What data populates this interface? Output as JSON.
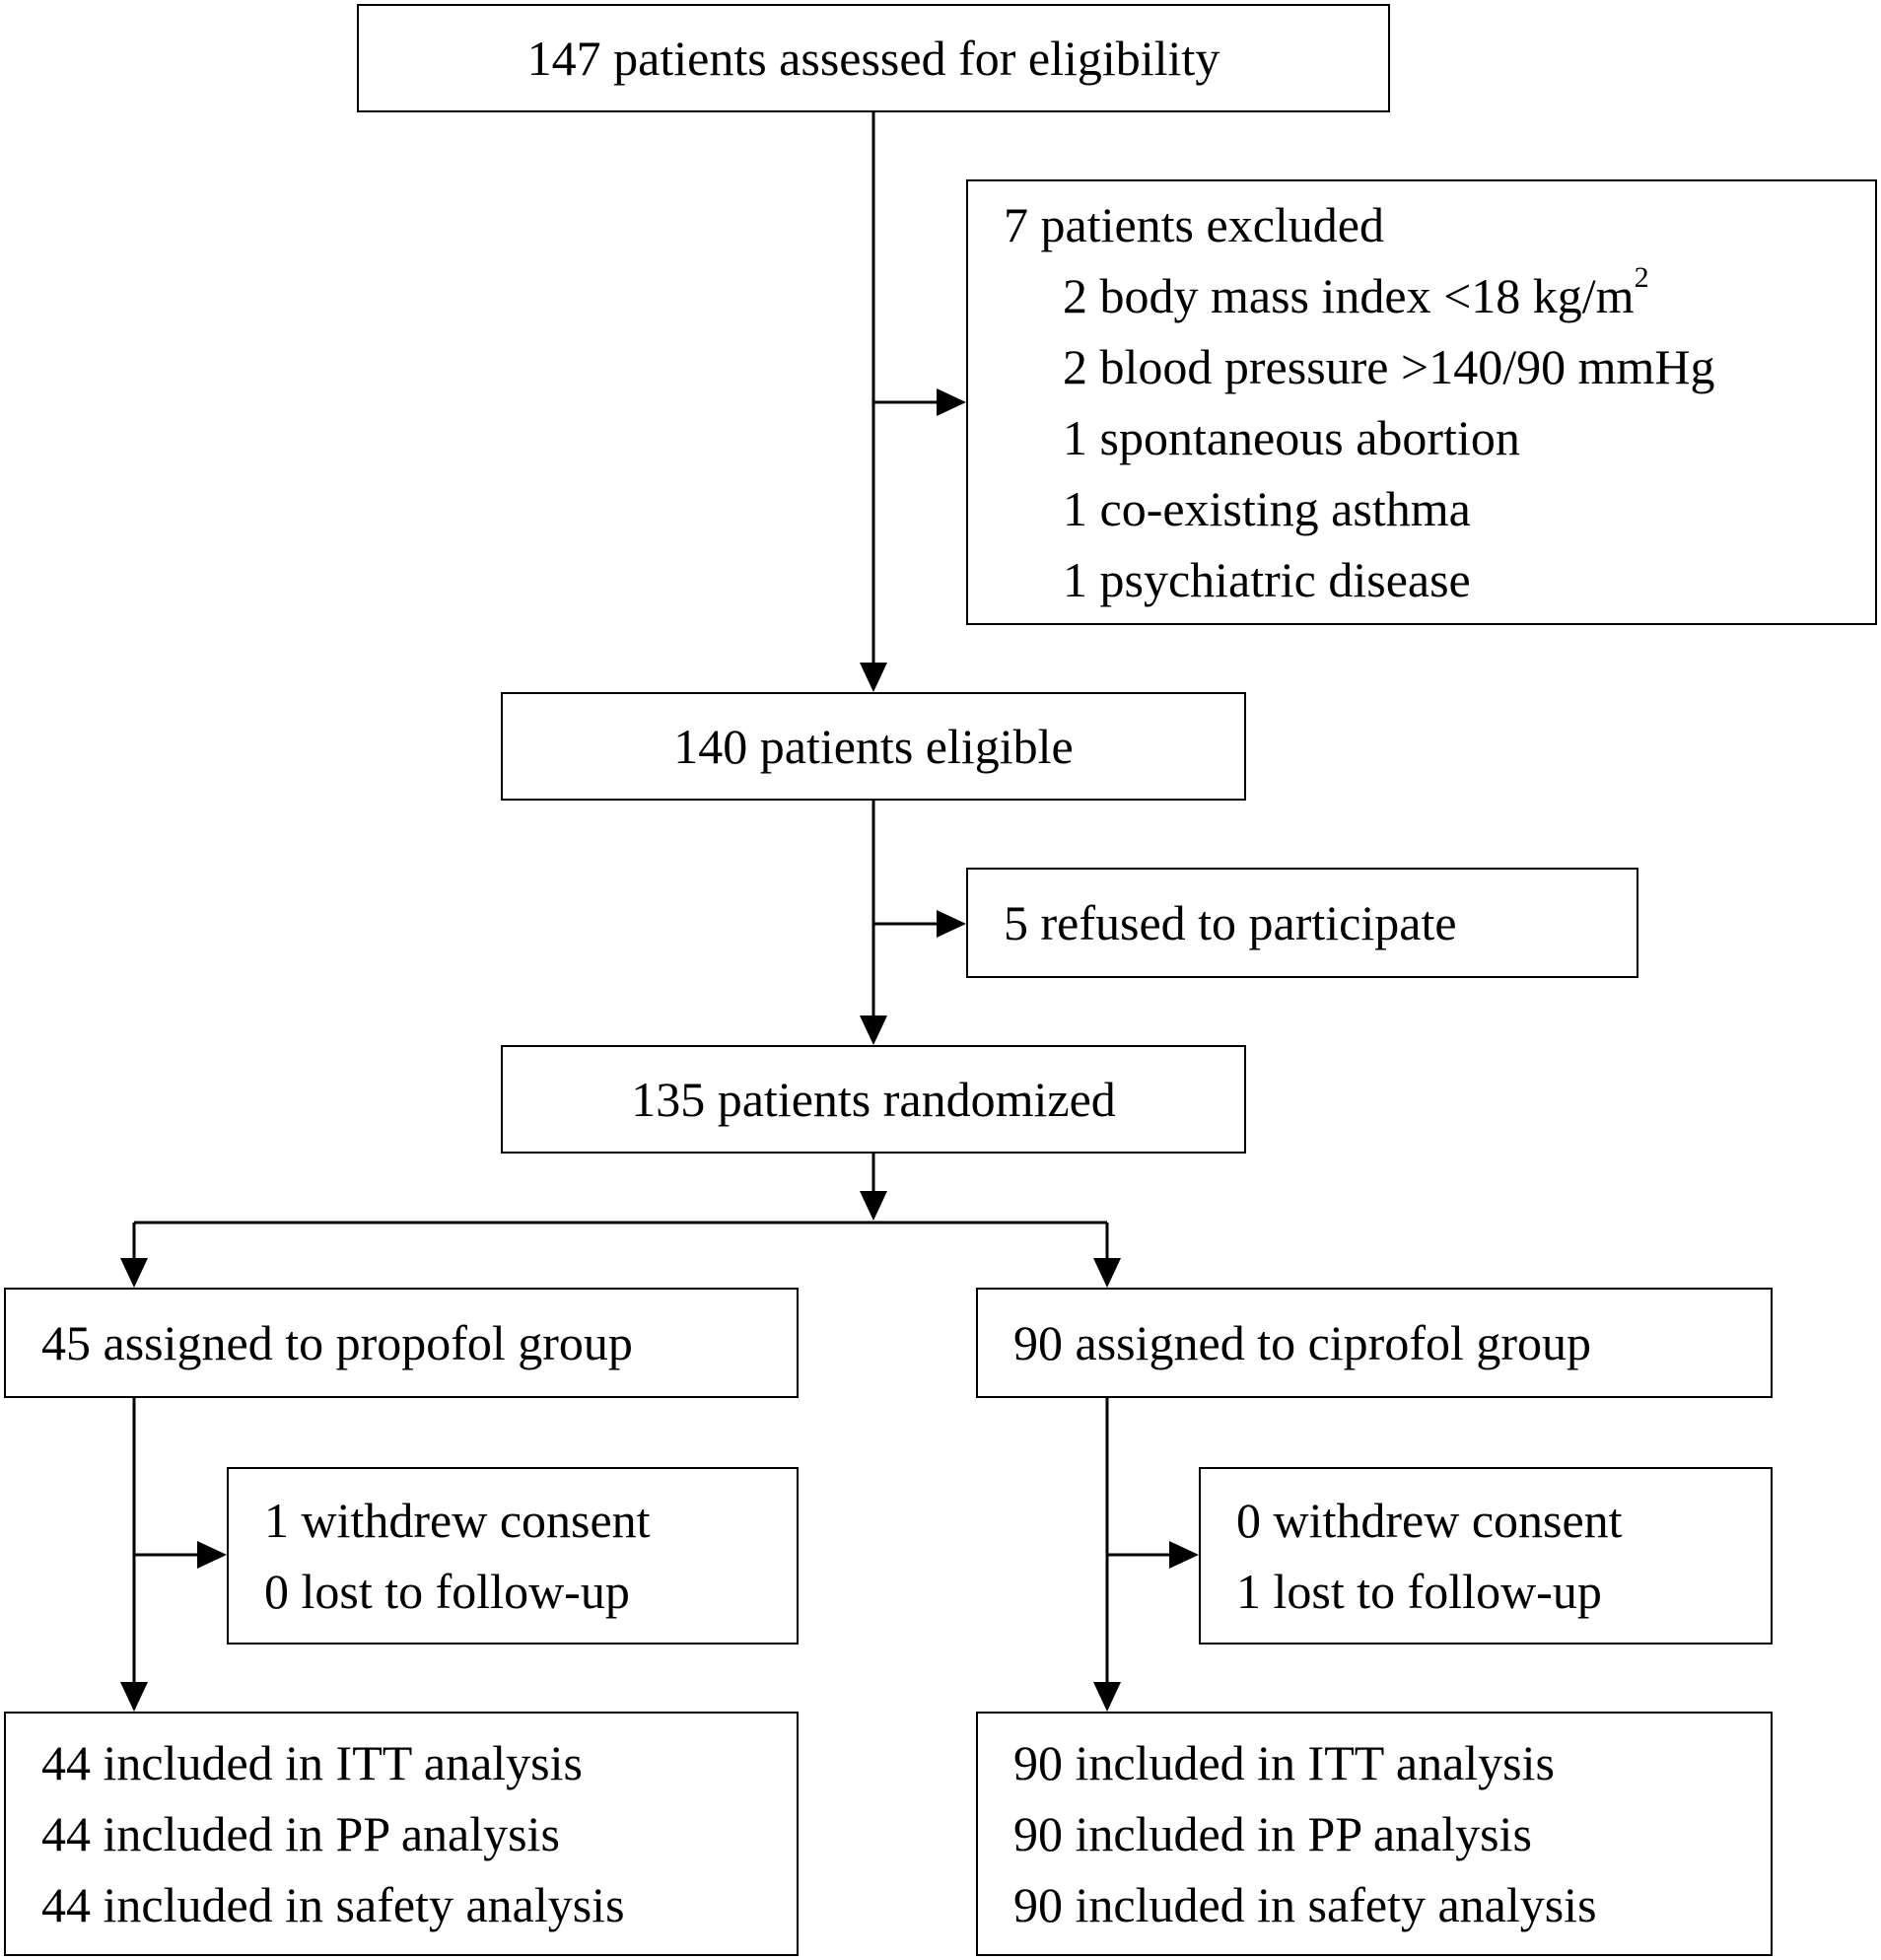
{
  "nodes": {
    "assessed": {
      "text": "147 patients assessed for eligibility"
    },
    "excluded": {
      "title": "7 patients excluded",
      "items": [
        {
          "text": "2 body mass index <18 kg/m",
          "sup": "2"
        },
        {
          "text": "2 blood pressure >140/90 mmHg"
        },
        {
          "text": "1 spontaneous abortion"
        },
        {
          "text": "1 co-existing asthma"
        },
        {
          "text": "1 psychiatric disease"
        }
      ]
    },
    "eligible": {
      "text": "140 patients eligible"
    },
    "refused": {
      "text": "5 refused to participate"
    },
    "randomized": {
      "text": "135 patients randomized"
    },
    "propofol": {
      "text": "45 assigned to propofol group"
    },
    "ciprofol": {
      "text": "90 assigned to ciprofol group"
    },
    "propofol_loss": {
      "lines": [
        "1 withdrew consent",
        "0 lost to follow-up"
      ]
    },
    "ciprofol_loss": {
      "lines": [
        "0 withdrew consent",
        "1 lost to follow-up"
      ]
    },
    "propofol_analysis": {
      "lines": [
        "44 included in ITT analysis",
        "44 included in PP analysis",
        "44 included in safety analysis"
      ]
    },
    "ciprofol_analysis": {
      "lines": [
        "90 included in ITT analysis",
        "90 included in PP analysis",
        "90 included in safety analysis"
      ]
    }
  }
}
